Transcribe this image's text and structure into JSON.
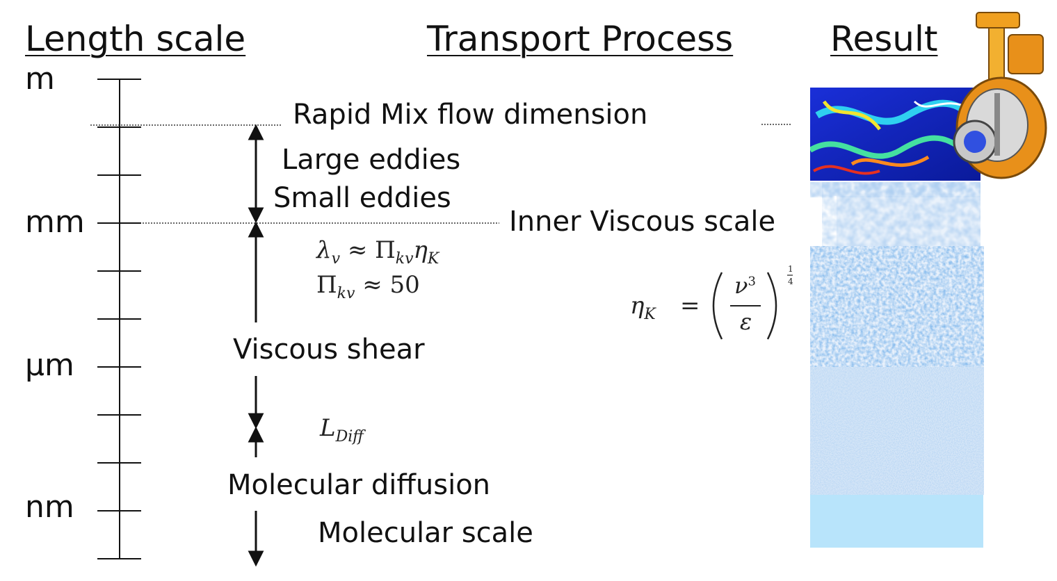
{
  "headers": {
    "length_scale": "Length scale",
    "transport_process": "Transport Process",
    "result": "Result"
  },
  "scale_units": {
    "m": "m",
    "mm": "mm",
    "um": "µm",
    "nm": "nm"
  },
  "processes": {
    "rapid_mix": "Rapid Mix flow dimension",
    "large_eddies": "Large eddies",
    "small_eddies": "Small eddies",
    "inner_viscous": "Inner Viscous scale",
    "viscous_shear": "Viscous shear",
    "molecular_diffusion": "Molecular diffusion",
    "molecular_scale": "Molecular scale"
  },
  "equations": {
    "lambda_lhs": "λ",
    "lambda_lhs_sub": "v",
    "lambda_rhs": "≈ Π",
    "lambda_rhs_sub": "kv",
    "lambda_eta": "η",
    "lambda_eta_sub": "K",
    "pi_lhs": "Π",
    "pi_lhs_sub": "kv",
    "pi_rhs": "≈ 50",
    "l_diff": "L",
    "l_diff_sub": "Diff",
    "kolmogorov_lhs": "η",
    "kolmogorov_lhs_sub": "K",
    "kolmogorov_eq": "=",
    "kolmogorov_num": "ν",
    "kolmogorov_num_exp": "3",
    "kolmogorov_den": "ε",
    "kolmogorov_exp_num": "1",
    "kolmogorov_exp_den": "4"
  },
  "colors": {
    "texture_blue": "#2f6fc8",
    "pale_blue": "#b8e4fb",
    "mixer_orange": "#e8901a"
  }
}
